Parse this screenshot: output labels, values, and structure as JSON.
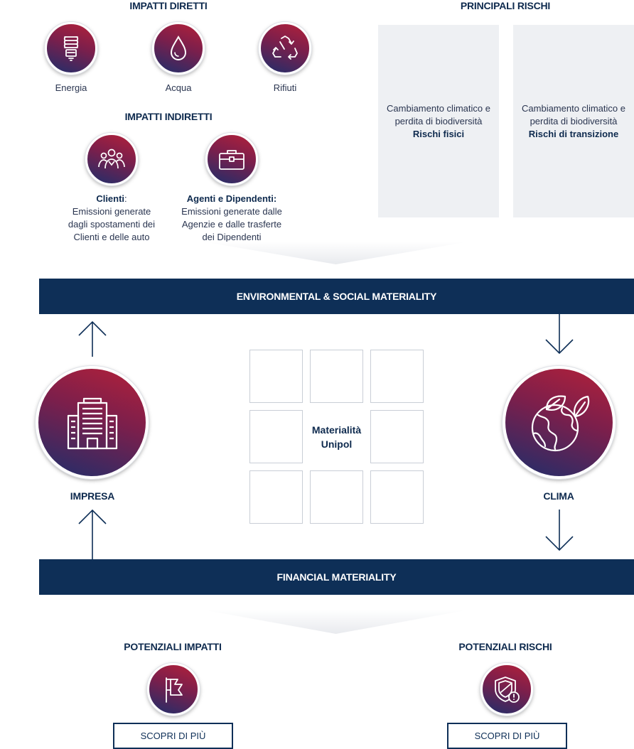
{
  "direct": {
    "heading": "IMPATTI DIRETTI",
    "items": [
      {
        "icon": "lightbulb-icon",
        "label": "Energia"
      },
      {
        "icon": "water-drop-icon",
        "label": "Acqua"
      },
      {
        "icon": "recycle-icon",
        "label": "Rifiuti"
      }
    ]
  },
  "indirect": {
    "heading": "IMPATTI INDIRETTI",
    "items": [
      {
        "icon": "people-group-icon",
        "title": "Clienti",
        "suffix": ":",
        "lines": [
          "Emissioni generate",
          "dagli spostamenti dei",
          "Clienti e delle auto"
        ]
      },
      {
        "icon": "briefcase-icon",
        "title": "Agenti e Dipendenti:",
        "suffix": "",
        "lines": [
          "Emissioni generate dalle",
          "Agenzie e dalle trasferte",
          "dei Dipendenti"
        ]
      }
    ]
  },
  "risks": {
    "heading": "PRINCIPALI RISCHI",
    "cards": [
      {
        "lines": [
          "Cambiamento climatico e",
          "perdita di biodiversità"
        ],
        "bold": "Rischi fisici"
      },
      {
        "lines": [
          "Cambiamento climatico e",
          "perdita di biodiversità"
        ],
        "bold": "Rischi di transizione"
      }
    ]
  },
  "bars": {
    "top": "ENVIRONMENTAL & SOCIAL MATERIALITY",
    "bottom": "FINANCIAL MATERIALITY"
  },
  "center": {
    "impresa": {
      "icon": "building-icon",
      "label": "IMPRESA"
    },
    "clima": {
      "icon": "globe-leaf-icon",
      "label": "CLIMA"
    },
    "matrix_label_line1": "Materialità",
    "matrix_label_line2": "Unipol"
  },
  "bottom": {
    "impacts": {
      "heading": "POTENZIALI IMPATTI",
      "icon": "flag-icon",
      "button": "SCOPRI DI PIÙ"
    },
    "risks": {
      "heading": "POTENZIALI RISCHI",
      "icon": "shield-alert-icon",
      "button": "SCOPRI DI PIÙ"
    }
  },
  "colors": {
    "navy": "#0e2f57",
    "crimson": "#b3203a",
    "grey_box": "#eef0f3"
  }
}
